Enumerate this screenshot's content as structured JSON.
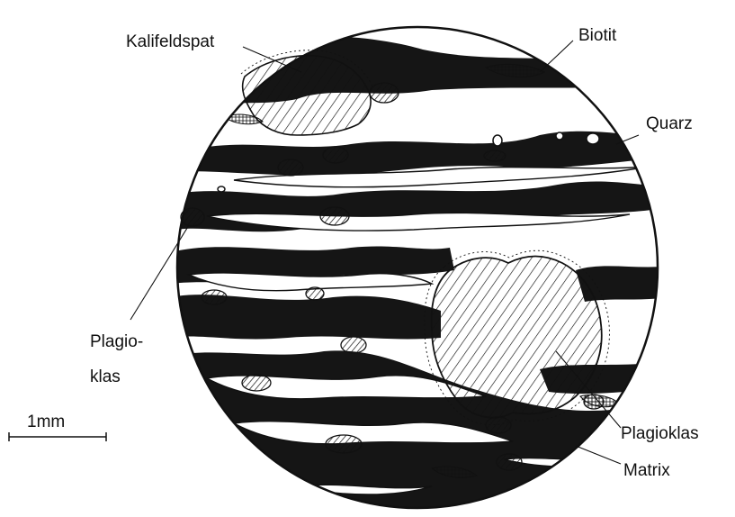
{
  "labels": {
    "kalifeldspat": "Kalifeldspat",
    "biotit": "Biotit",
    "quarz": "Quarz",
    "plagioklas_left_1": "Plagio-",
    "plagioklas_left_2": "klas",
    "plagioklas_right": "Plagioklas",
    "matrix": "Matrix"
  },
  "scale_bar": {
    "label": "1mm"
  },
  "colors": {
    "ink": "#111111",
    "paper": "#ffffff"
  }
}
